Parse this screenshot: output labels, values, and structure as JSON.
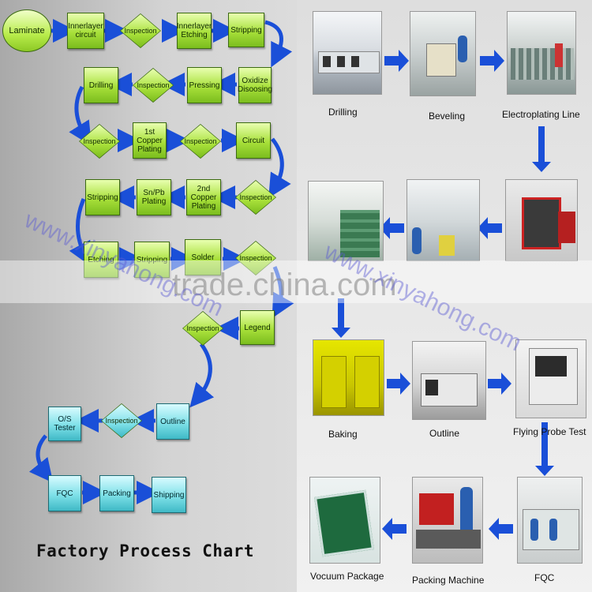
{
  "flowchart": {
    "title": "Factory Process Chart",
    "steps": {
      "laminate": "Laminate",
      "innerlayer_circuit": "Innerlayer circuit",
      "inspection_1": "Inspection",
      "innerlayer_etching": "Innerlayer Etching",
      "stripping_1": "Stripping",
      "oxidize": "Oxidize Disoosing",
      "pressing": "Pressing",
      "inspection_2": "Inspection",
      "drilling": "Drilling",
      "inspection_3": "Inspection",
      "copper_1": "1st Copper Plating",
      "inspection_4": "Inspection",
      "circuit": "Circuit",
      "inspection_5": "Inspection",
      "copper_2": "2nd Copper Plating",
      "snpb": "Sn/Pb Plating",
      "stripping_2": "Stripping",
      "etching": "Etching",
      "stripping_3": "Stripping",
      "solder": "Solder",
      "inspection_6": "Inspection",
      "legend": "Legend",
      "inspection_7": "Inspection",
      "outline": "Outline",
      "inspection_8": "Inspection",
      "os_tester": "O/S Tester",
      "fqc": "FQC",
      "packing": "Packing",
      "shipping": "Shipping"
    }
  },
  "photos": {
    "drilling": "Drilling",
    "beveling": "Beveling",
    "electroplating": "Electroplating Line",
    "baking": "Baking",
    "outline": "Outline",
    "flying_probe": "Flying Probe Test",
    "vacuum_package": "Vocuum Package",
    "packing_machine": "Packing Machine",
    "fqc": "FQC"
  },
  "watermark": {
    "trade": "trade.china.com",
    "url_left": "www.xinyahong.com",
    "url_right": "www.xinyahong.com"
  },
  "colors": {
    "step_green": "#a8e03a",
    "step_teal": "#7ee0e8",
    "arrow_blue": "#1a4fd8"
  }
}
